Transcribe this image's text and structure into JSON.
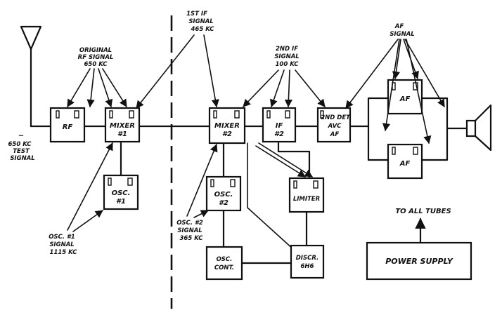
{
  "blocks": {
    "rf": "RF",
    "mixer1": [
      "MIXER",
      "#1"
    ],
    "osc1": [
      "OSC.",
      "#1"
    ],
    "mixer2": [
      "MIXER",
      "#2"
    ],
    "osc2": [
      "OSC.",
      "#2"
    ],
    "osc_cont": [
      "OSC.",
      "CONT."
    ],
    "if2": [
      "IF",
      "#2"
    ],
    "limiter": "LIMITER",
    "discr": [
      "DISCR.",
      "6H6"
    ],
    "det": [
      "2ND DET.",
      "AVC",
      "AF"
    ],
    "af_top": "AF",
    "af_bottom": "AF",
    "power_supply": "POWER SUPPLY"
  },
  "annotations": {
    "test_signal": [
      "~",
      "650 KC",
      "TEST",
      "SIGNAL"
    ],
    "orig_rf": [
      "ORIGINAL",
      "RF SIGNAL",
      "650 KC"
    ],
    "osc1_signal": [
      "OSC. #1",
      "SIGNAL",
      "1115 KC"
    ],
    "if1_signal": [
      "1ST IF",
      "SIGNAL",
      "465 KC"
    ],
    "osc2_signal": [
      "OSC. #2",
      "SIGNAL",
      "365 KC"
    ],
    "if2_signal": [
      "2ND IF",
      "SIGNAL",
      "100 KC"
    ],
    "af_signal": [
      "AF",
      "SIGNAL"
    ],
    "to_all_tubes": "TO ALL TUBES"
  }
}
